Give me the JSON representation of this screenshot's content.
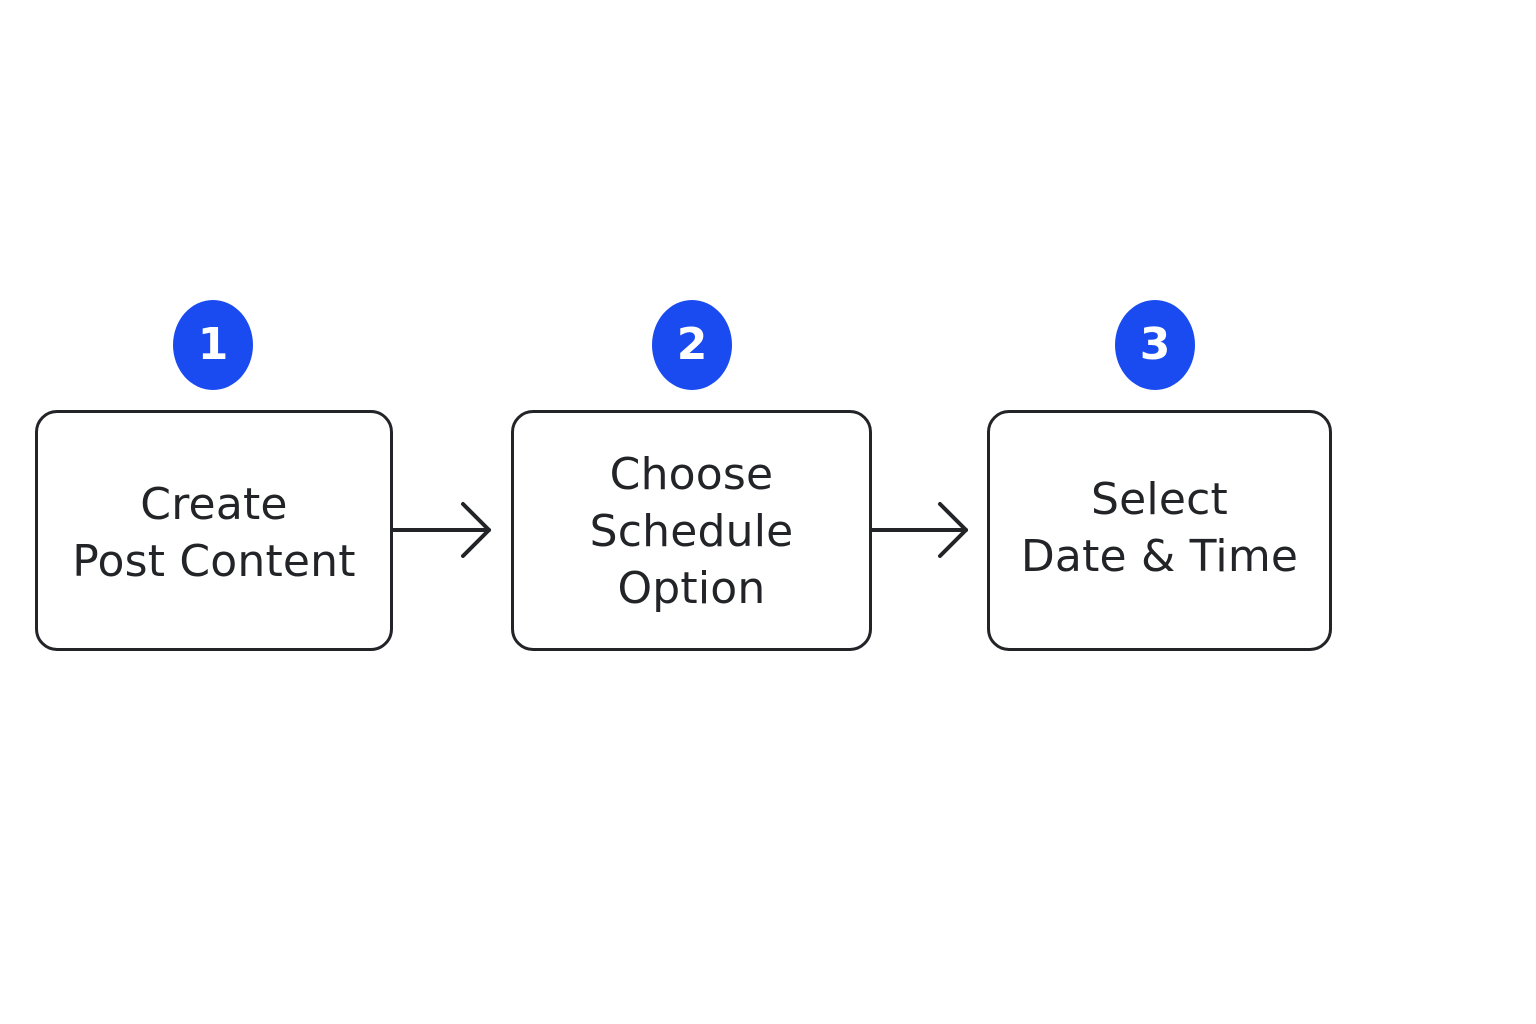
{
  "colors": {
    "badge": "#1a4bf0",
    "stroke": "#222428",
    "background": "#ffffff"
  },
  "steps": [
    {
      "number": "1",
      "lines": [
        "Create",
        "Post Content"
      ]
    },
    {
      "number": "2",
      "lines": [
        "Choose",
        "Schedule",
        "Option"
      ]
    },
    {
      "number": "3",
      "lines": [
        "Select",
        "Date & Time"
      ]
    }
  ],
  "connectors": [
    {
      "from": 1,
      "to": 2,
      "icon": "arrow-right-icon"
    },
    {
      "from": 2,
      "to": 3,
      "icon": "arrow-right-icon"
    }
  ]
}
